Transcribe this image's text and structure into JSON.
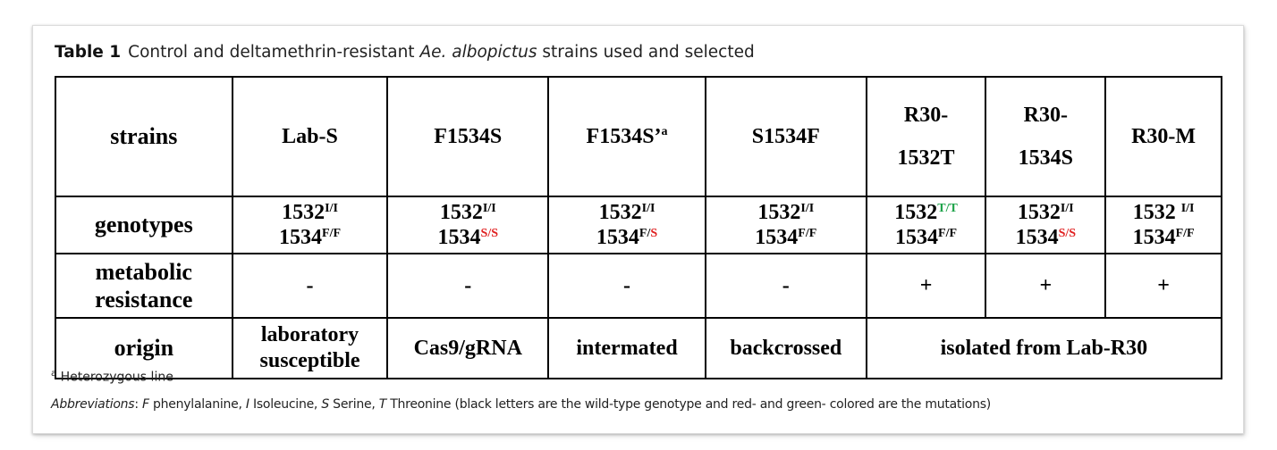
{
  "caption": {
    "label": "Table 1",
    "text_before": "Control and deltamethrin-resistant ",
    "species": "Ae. albopictus",
    "text_after": " strains used and selected"
  },
  "table": {
    "row_headers": {
      "strains": "strains",
      "genotypes": "genotypes",
      "metabolic_line1": "metabolic",
      "metabolic_line2": "resistance",
      "origin": "origin"
    },
    "strains": [
      {
        "line1": "Lab-S",
        "line2": ""
      },
      {
        "line1": "F1534S",
        "line2": ""
      },
      {
        "line1": "F1534S’",
        "line2": "",
        "superscript": "a"
      },
      {
        "line1": "S1534F",
        "line2": ""
      },
      {
        "line1": "R30-",
        "line2": "1532T"
      },
      {
        "line1": "R30-",
        "line2": "1534S"
      },
      {
        "line1": "R30-M",
        "line2": ""
      }
    ],
    "genotypes": [
      {
        "g1532": {
          "base": "1532",
          "sep": "/",
          "a1": "I",
          "a2": "I",
          "color": "black"
        },
        "g1534": {
          "base": "1534",
          "sep": "/",
          "a1": "F",
          "a2": "F",
          "color": "black"
        }
      },
      {
        "g1532": {
          "base": "1532",
          "sep": "/",
          "a1": "I",
          "a2": "I",
          "color": "black"
        },
        "g1534": {
          "base": "1534",
          "sep": "/",
          "a1": "S",
          "a2": "S",
          "color": "red"
        }
      },
      {
        "g1532": {
          "base": "1532",
          "sep": "/",
          "a1": "I",
          "a2": "I",
          "color": "black"
        },
        "g1534": {
          "base": "1534",
          "sep": "/",
          "a1": "F",
          "a2": "S",
          "color": "mixed-red"
        }
      },
      {
        "g1532": {
          "base": "1532",
          "sep": "/",
          "a1": "I",
          "a2": "I",
          "color": "black"
        },
        "g1534": {
          "base": "1534",
          "sep": "/",
          "a1": "F",
          "a2": "F",
          "color": "black"
        }
      },
      {
        "g1532": {
          "base": "1532",
          "sep": "/",
          "a1": "T",
          "a2": "T",
          "color": "green"
        },
        "g1534": {
          "base": "1534",
          "sep": "/",
          "a1": "F",
          "a2": "F",
          "color": "black"
        }
      },
      {
        "g1532": {
          "base": "1532",
          "sep": "/",
          "a1": "I",
          "a2": "I",
          "color": "black"
        },
        "g1534": {
          "base": "1534",
          "sep": "/",
          "a1": "S",
          "a2": "S",
          "color": "red"
        }
      },
      {
        "g1532": {
          "base": "1532 ",
          "sep": "/",
          "a1": "I",
          "a2": "I",
          "color": "black"
        },
        "g1534": {
          "base": "1534",
          "sep": "/",
          "a1": "F",
          "a2": "F",
          "color": "black"
        }
      }
    ],
    "metabolic": [
      "-",
      "-",
      "-",
      "-",
      "+",
      "+",
      "+"
    ],
    "origin": {
      "lab_s_line1": "laboratory",
      "lab_s_line2": "susceptible",
      "f1534s": "Cas9/gRNA",
      "f1534s_prime": "intermated",
      "s1534f": "backcrossed",
      "r30_group": "isolated from Lab-R30"
    }
  },
  "footnotes": {
    "a_marker": "a",
    "a_text": " Heterozygous line",
    "abbrev_label": "Abbreviations",
    "abbrev_colon": ": ",
    "abbrev_items": [
      {
        "key": "F",
        "value": " phenylalanine, "
      },
      {
        "key": "I",
        "value": " Isoleucine, "
      },
      {
        "key": "S",
        "value": " Serine, "
      },
      {
        "key": "T",
        "value": " Threonine "
      }
    ],
    "abbrev_tail": "(black letters are the wild-type genotype and red- and green- colored are the mutations)"
  },
  "colors": {
    "mutation_red": "#e02020",
    "mutation_green": "#1ea34a",
    "wild_type": "#000000"
  }
}
